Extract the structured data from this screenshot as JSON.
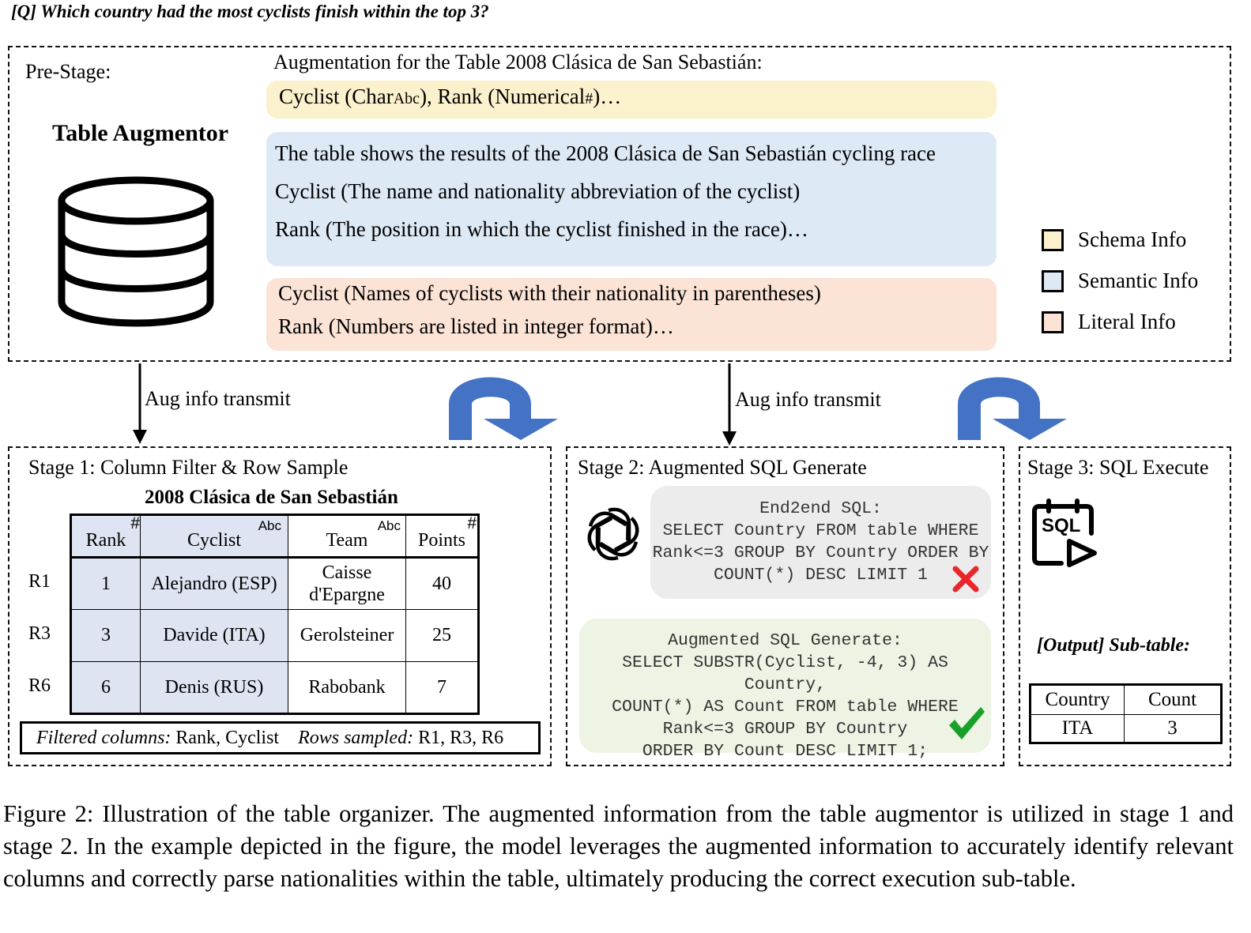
{
  "question": "[Q] Which country had the most cyclists finish within the top 3?",
  "pre_stage": {
    "label": "Pre-Stage:",
    "augmentor_title": "Table Augmentor",
    "augmentation_heading": "Augmentation for the Table 2008 Clásica de San Sebastián:",
    "schema": {
      "color": "#fcf1cd",
      "part1": "Cyclist (Char",
      "part1_small": "Abc",
      "part2": "), Rank (Numerical",
      "part2_small": "#",
      "part3": ")…"
    },
    "semantic": {
      "color": "#dde9f5",
      "lines": [
        "The table shows the results of the 2008 Clásica de San Sebastián cycling race",
        "Cyclist (The name and nationality abbreviation of the cyclist)",
        "Rank (The position in which the cyclist finished in the race)…"
      ]
    },
    "literal": {
      "color": "#fbe3d6",
      "lines": [
        "Cyclist (Names of cyclists with their nationality in parentheses)",
        "Rank (Numbers are listed in integer format)…"
      ]
    },
    "legend": [
      {
        "label": "Schema Info",
        "color": "#fcf1cd"
      },
      {
        "label": "Semantic Info",
        "color": "#dde9f5"
      },
      {
        "label": "Literal Info",
        "color": "#fbe3d6"
      }
    ]
  },
  "arrows": {
    "left_label": "Aug info transmit",
    "right_label": "Aug info transmit",
    "curve_color": "#4472c4"
  },
  "stage1": {
    "label": "Stage 1: Column Filter & Row Sample",
    "table_title": "2008 Clásica de San Sebastián",
    "headers": [
      "Rank",
      "Cyclist",
      "Team",
      "Points"
    ],
    "header_marks": [
      "#",
      "Abc",
      "Abc",
      "#"
    ],
    "rows": [
      {
        "id": "R1",
        "cells": [
          "1",
          "Alejandro (ESP)",
          "Caisse d'Epargne",
          "40"
        ]
      },
      {
        "id": "R3",
        "cells": [
          "3",
          "Davide (ITA)",
          "Gerolsteiner",
          "25"
        ]
      },
      {
        "id": "R6",
        "cells": [
          "6",
          "Denis (RUS)",
          "Rabobank",
          "7"
        ]
      }
    ],
    "filter_label": "Filtered columns:",
    "filter_value": "Rank, Cyclist",
    "sample_label": "Rows sampled:",
    "sample_value": "R1, R3, R6"
  },
  "stage2": {
    "label": "Stage 2: Augmented SQL Generate",
    "end2end": {
      "lines": [
        "End2end SQL:",
        "SELECT Country FROM table WHERE",
        "Rank<=3 GROUP BY Country ORDER BY",
        "COUNT(*) DESC LIMIT 1"
      ],
      "color": "#ececec",
      "mark_color": "#e8262b"
    },
    "augmented": {
      "lines": [
        "Augmented SQL Generate:",
        "SELECT SUBSTR(Cyclist, -4, 3) AS Country,",
        "COUNT(*) AS Count FROM table WHERE",
        "Rank<=3 GROUP BY Country",
        "ORDER BY Count DESC LIMIT 1;"
      ],
      "color": "#eef4e4",
      "mark_color": "#18a02a"
    }
  },
  "stage3": {
    "label": "Stage 3: SQL Execute",
    "icon_text": "SQL",
    "output_label": "[Output] Sub-table:",
    "headers": [
      "Country",
      "Count"
    ],
    "row": [
      "ITA",
      "3"
    ]
  },
  "caption": "Figure 2: Illustration of the table organizer. The augmented information from the table augmentor is utilized in stage 1 and stage 2. In the example depicted in the figure, the model leverages the augmented information to accurately identify relevant columns and correctly parse nationalities within the table, ultimately producing the correct execution sub-table."
}
